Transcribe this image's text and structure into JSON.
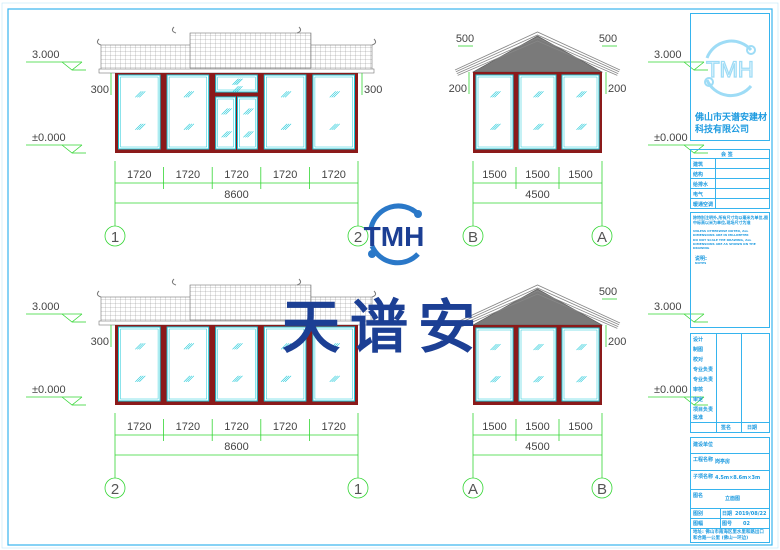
{
  "colors": {
    "frame": "#8b1a1a",
    "glass": "#19c8d8",
    "dimension": "#33d633",
    "text": "#444444",
    "titleblock": "#1e9be0",
    "watermark": "#1c3f94"
  },
  "elevations": [
    {
      "type": "front",
      "door": true,
      "level_top": "3.000",
      "level_bottom": "±0.000",
      "side_dims": [
        "300",
        "300"
      ],
      "spans": [
        "1720",
        "1720",
        "1720",
        "1720",
        "1720"
      ],
      "total": "8600",
      "axes": [
        "1",
        "2"
      ]
    },
    {
      "type": "side",
      "level_top": "3.000",
      "level_bottom": "±0.000",
      "eave_dims": [
        "500",
        "500"
      ],
      "side_dims": [
        "200",
        "200"
      ],
      "spans": [
        "1500",
        "1500",
        "1500"
      ],
      "total": "4500",
      "axes": [
        "B",
        "A"
      ]
    },
    {
      "type": "front",
      "door": false,
      "level_top": "3.000",
      "level_bottom": "±0.000",
      "side_dims": [
        "300"
      ],
      "spans": [
        "1720",
        "1720",
        "1720",
        "1720",
        "1720"
      ],
      "total": "8600",
      "axes": [
        "2",
        "1"
      ]
    },
    {
      "type": "side",
      "level_top": "3.000",
      "level_bottom": "±0.000",
      "eave_dims": [
        "",
        "500"
      ],
      "side_dims": [
        "",
        "200"
      ],
      "spans": [
        "1500",
        "1500",
        "1500"
      ],
      "total": "4500",
      "axes": [
        "A",
        "B"
      ]
    }
  ],
  "watermark": {
    "logo": "TMH",
    "text": "天谱安"
  },
  "title_block": {
    "logo": "TMH",
    "company": "佛山市天谱安建材科技有限公司",
    "countersign": "会 签",
    "disciplines": [
      "建筑",
      "结构",
      "给排水",
      "电气",
      "暖通空调"
    ],
    "note_cn": "除特别注明外,所有尺寸均以毫米为单位,图中标高以米为单位,现场尺寸为准",
    "note_en1": "UNLESS OTHERWISE NOTED, ALL DIMENSIONS ARE IN MILLIMETER",
    "note_en2": "DO NOT SCALE THE DRAWING, ALL DIMENSIONS ARE AS SHOWN ON THE DRAWING",
    "notes_label": "说明:",
    "notes_label_en": "NOTES",
    "roles": [
      "设计",
      "制图",
      "校对",
      "专业负责",
      "专业负责",
      "审核",
      "审定",
      "项目负责",
      "批准"
    ],
    "sign_header": "签名",
    "date_header": "日期",
    "client_label": "建设单位",
    "project_label": "工程名称",
    "project_value": "岗亭房",
    "sub_label": "子项名称",
    "sub_value": "4.5m×8.6m×3m",
    "drawing_label": "图名",
    "drawing_value": "立面图",
    "type_label": "图别",
    "date_label": "日期",
    "date_value": "2019/08/22",
    "scale_label": "图幅",
    "number_label": "图号",
    "number_value": "02",
    "address": "地址: 佛山市南海区里水里和路出口 和合路一公里 (佛山一环边)"
  }
}
